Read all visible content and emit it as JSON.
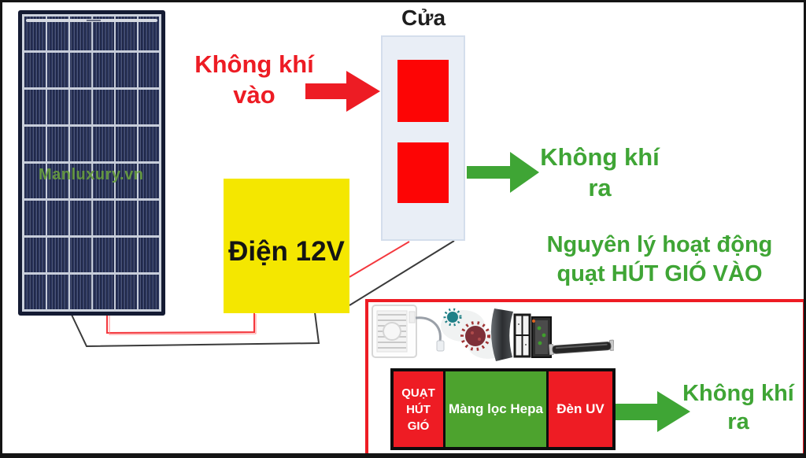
{
  "colors": {
    "red": "#ed1c24",
    "green_text": "#3fa535",
    "bar_green": "#4da32e",
    "yellow": "#f4e700",
    "panel_navy": "#29335a",
    "door_fill": "#e9eef6"
  },
  "solar_panel": {
    "watermark": "Manluxury.vn"
  },
  "door": {
    "label": "Cửa"
  },
  "air_in": {
    "line1": "Không khí",
    "line2": "vào"
  },
  "air_out_mid": {
    "line1": "Không khí",
    "line2": "ra"
  },
  "power": {
    "label": "Điện 12V"
  },
  "principle": {
    "line1": "Nguyên lý hoạt động",
    "line2": "quạt HÚT GIÓ VÀO"
  },
  "purifier": {
    "stages": [
      {
        "label": "QUẠT HÚT GIÓ"
      },
      {
        "label": "Màng lọc Hepa"
      },
      {
        "label": "Đèn UV"
      }
    ]
  },
  "air_out_bottom": {
    "line1": "Không khí",
    "line2": "ra"
  }
}
